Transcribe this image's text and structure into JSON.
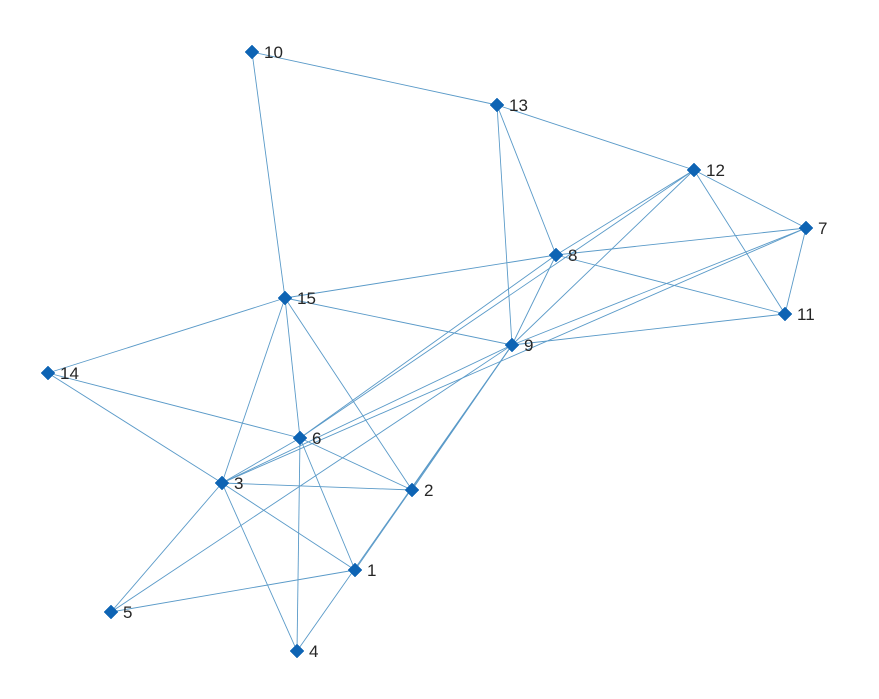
{
  "colors": {
    "node": "#0E64B4",
    "edge": "#5A9AC8",
    "label": "#262626",
    "background": "#FFFFFF"
  },
  "graph": {
    "nodes": [
      {
        "id": "1",
        "label": "1"
      },
      {
        "id": "2",
        "label": "2"
      },
      {
        "id": "3",
        "label": "3"
      },
      {
        "id": "4",
        "label": "4"
      },
      {
        "id": "5",
        "label": "5"
      },
      {
        "id": "6",
        "label": "6"
      },
      {
        "id": "7",
        "label": "7"
      },
      {
        "id": "8",
        "label": "8"
      },
      {
        "id": "9",
        "label": "9"
      },
      {
        "id": "10",
        "label": "10"
      },
      {
        "id": "11",
        "label": "11"
      },
      {
        "id": "12",
        "label": "12"
      },
      {
        "id": "13",
        "label": "13"
      },
      {
        "id": "14",
        "label": "14"
      },
      {
        "id": "15",
        "label": "15"
      }
    ],
    "edges": [
      [
        "10",
        "13"
      ],
      [
        "10",
        "15"
      ],
      [
        "13",
        "12"
      ],
      [
        "13",
        "8"
      ],
      [
        "13",
        "9"
      ],
      [
        "12",
        "7"
      ],
      [
        "12",
        "11"
      ],
      [
        "12",
        "8"
      ],
      [
        "12",
        "9"
      ],
      [
        "12",
        "6"
      ],
      [
        "7",
        "11"
      ],
      [
        "7",
        "8"
      ],
      [
        "7",
        "9"
      ],
      [
        "7",
        "3"
      ],
      [
        "8",
        "15"
      ],
      [
        "8",
        "11"
      ],
      [
        "8",
        "9"
      ],
      [
        "8",
        "6"
      ],
      [
        "11",
        "9"
      ],
      [
        "15",
        "9"
      ],
      [
        "15",
        "14"
      ],
      [
        "15",
        "6"
      ],
      [
        "15",
        "2"
      ],
      [
        "15",
        "3"
      ],
      [
        "9",
        "3"
      ],
      [
        "9",
        "2"
      ],
      [
        "9",
        "4"
      ],
      [
        "9",
        "1"
      ],
      [
        "9",
        "5"
      ],
      [
        "14",
        "6"
      ],
      [
        "14",
        "3"
      ],
      [
        "6",
        "2"
      ],
      [
        "6",
        "3"
      ],
      [
        "6",
        "1"
      ],
      [
        "6",
        "4"
      ],
      [
        "3",
        "2"
      ],
      [
        "3",
        "1"
      ],
      [
        "3",
        "5"
      ],
      [
        "3",
        "4"
      ],
      [
        "1",
        "5"
      ]
    ]
  }
}
